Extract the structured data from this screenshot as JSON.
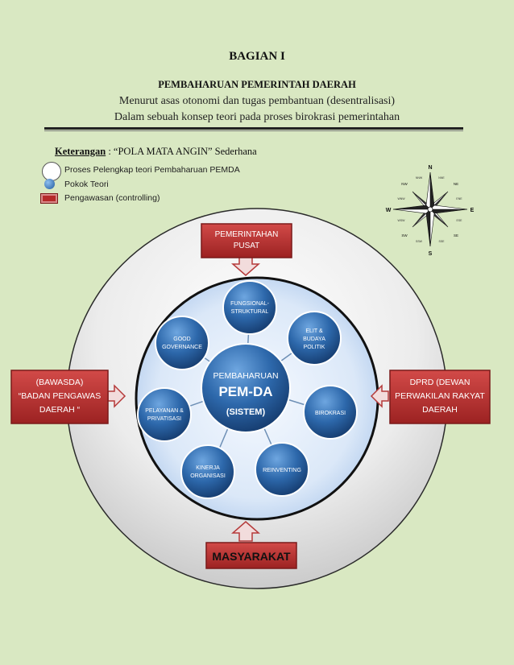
{
  "header": {
    "bagian": "BAGIAN I",
    "subtitle": "PEMBAHARUAN PEMERINTAH DAERAH",
    "line1": "Menurut asas otonomi dan tugas pembantuan (desentralisasi)",
    "line2": "Dalam sebuah konsep teori pada proses birokrasi pemerintahan"
  },
  "keterangan": {
    "label": "Keterangan",
    "text": ": “POLA MATA ANGIN”  Sederhana"
  },
  "legend": [
    {
      "icon": "white-circle",
      "text": "Proses Pelengkap teori Pembaharuan PEMDA"
    },
    {
      "icon": "blue-ball",
      "text": "Pokok Teori"
    },
    {
      "icon": "red-box",
      "text": "Pengawasan (controlling)"
    }
  ],
  "compass": {
    "n": "N",
    "s": "S",
    "e": "E",
    "w": "W",
    "ne": "NE",
    "nw": "NW",
    "se": "SE",
    "sw": "SW",
    "nne": "NNE",
    "nnw": "NNW",
    "ene": "ENE",
    "wnw": "WNW",
    "ese": "ESE",
    "wsw": "WSW",
    "sse": "SSE",
    "ssw": "SSW"
  },
  "boxes": {
    "top": {
      "line1": "PEMERINTAHAN",
      "line2": "PUSAT"
    },
    "left": {
      "line1": "(BAWASDA)",
      "line2": "“BADAN PENGAWAS",
      "line3": "DAERAH “"
    },
    "right": {
      "line1": "DPRD  (DEWAN",
      "line2": "PERWAKILAN RAKYAT",
      "line3": "DAERAH"
    },
    "bottom": {
      "line1": "MASYARAKAT"
    }
  },
  "center": {
    "line1": "PEMBAHARUAN",
    "line2": "PEM-DA",
    "line3": "(SISTEM)"
  },
  "nodes": {
    "fungsional": {
      "line1": "FUNGSIONAL-",
      "line2": "STRUKTURAL"
    },
    "elit": {
      "line1": "ELIT &",
      "line2": "BUDAYA",
      "line3": "POLITIK"
    },
    "birokrasi": {
      "line1": "BIROKRASI"
    },
    "reinventing": {
      "line1": "REINVENTING"
    },
    "kinerja": {
      "line1": "KINERJA",
      "line2": "ORGANISASI"
    },
    "pelayanan": {
      "line1": "PELAYANAN &",
      "line2": "PRIVATISASI"
    },
    "good": {
      "line1": "GOOD",
      "line2": "GOVERNANCE"
    }
  },
  "colors": {
    "background": "#d9e8c2",
    "box_red": "#b52a2a",
    "node_blue": "#2f6fb0",
    "inner_disc": "#cfe0f5"
  }
}
